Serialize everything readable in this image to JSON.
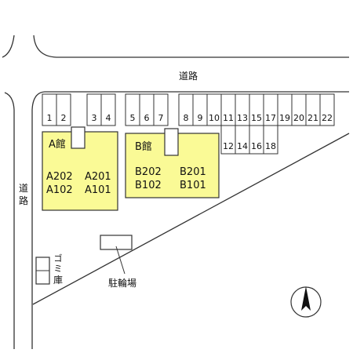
{
  "roads": {
    "north_label": "道路",
    "west_label_chars": [
      "道",
      "路"
    ]
  },
  "buildings": {
    "a": {
      "name": "A館",
      "units": [
        "A202",
        "A201",
        "A102",
        "A101"
      ]
    },
    "b": {
      "name": "B館",
      "units": [
        "B202",
        "B201",
        "B102",
        "B101"
      ]
    }
  },
  "parking": {
    "top_row": [
      "1",
      "2",
      "3",
      "4",
      "5",
      "6",
      "7",
      "8",
      "9",
      "10",
      "11",
      "13",
      "15",
      "17",
      "19",
      "20",
      "21",
      "22"
    ],
    "sub_row": [
      "12",
      "14",
      "16",
      "18"
    ]
  },
  "facilities": {
    "bicycle_parking": "駐輪場",
    "garbage_chars": [
      "ゴ",
      "ミ",
      "庫"
    ]
  },
  "colors": {
    "building_fill": "#fafa96",
    "line": "#333333"
  }
}
